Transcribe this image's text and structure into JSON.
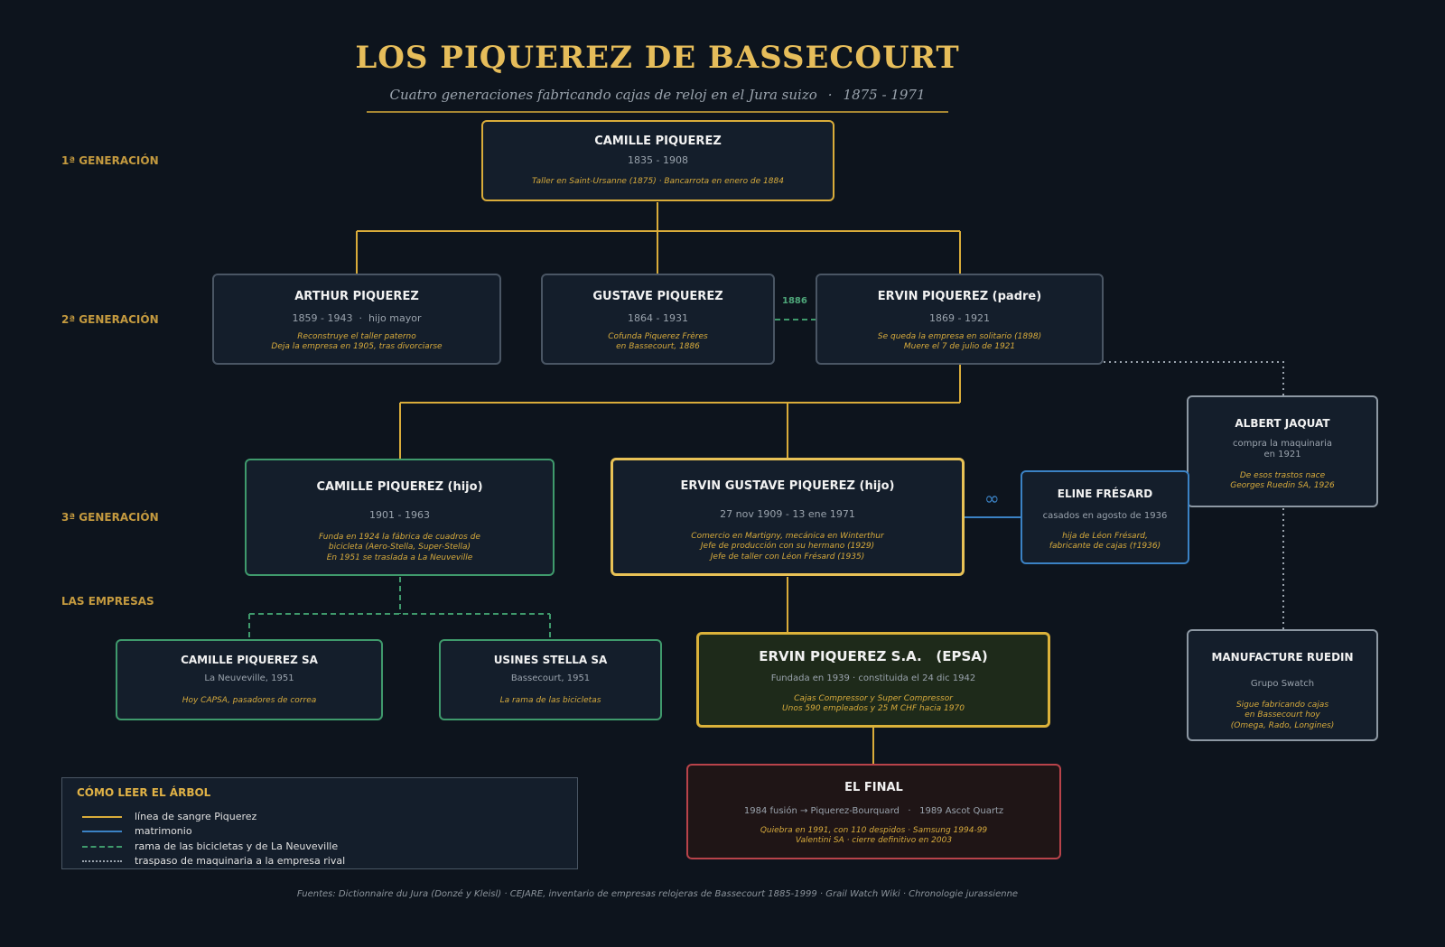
{
  "header": {
    "title": "LOS PIQUEREZ DE BASSECOURT",
    "subtitle": "Cuatro generaciones fabricando cajas de reloj en el Jura suizo",
    "subtitle_sep": "·",
    "years": "1875 - 1971"
  },
  "generations": {
    "g1": "1ª GENERACIÓN",
    "g2": "2ª GENERACIÓN",
    "g3": "3ª GENERACIÓN",
    "companies": "LAS EMPRESAS"
  },
  "nodes": {
    "camille": {
      "name": "CAMILLE PIQUEREZ",
      "dates": "1835 - 1908",
      "note": "Taller en Saint-Ursanne (1875) · Bancarrota en enero de 1884"
    },
    "arthur": {
      "name": "ARTHUR PIQUEREZ",
      "dates": "1859 - 1943  ·  hijo mayor",
      "note": "Reconstruye el taller paterno\nDeja la empresa en 1905, tras divorciarse"
    },
    "gustave": {
      "name": "GUSTAVE PIQUEREZ",
      "dates": "1864 - 1931",
      "note": "Cofunda Piquerez Frères\nen Bassecourt, 1886"
    },
    "ervin_padre": {
      "name": "ERVIN PIQUEREZ (padre)",
      "dates": "1869 - 1921",
      "note": "Se queda la empresa en solitario (1898)\nMuere el 7 de julio de 1921"
    },
    "albert": {
      "name": "ALBERT JAQUAT",
      "dates": "compra la maquinaria\nen 1921",
      "note": "De esos trastos nace\nGeorges Ruedin SA, 1926"
    },
    "camille_hijo": {
      "name": "CAMILLE PIQUEREZ (hijo)",
      "dates": "1901 - 1963",
      "note": "Funda en 1924 la fábrica de cuadros de\nbicicleta (Aero-Stella, Super-Stella)\nEn 1951 se traslada a La Neuveville"
    },
    "ervin_gustave": {
      "name": "ERVIN GUSTAVE PIQUEREZ (hijo)",
      "dates": "27 nov 1909 - 13 ene 1971",
      "note": "Comercio en Martigny, mecánica en Winterthur\nJefe de producción con su hermano (1929)\nJefe de taller con Léon Frésard (1935)"
    },
    "eline": {
      "name": "ELINE FRÉSARD",
      "dates": "casados en agosto de 1936",
      "note": "hija de Léon Frésard,\nfabricante de cajas (†1936)"
    },
    "camille_sa": {
      "name": "CAMILLE PIQUEREZ SA",
      "dates": "La Neuveville, 1951",
      "note": "Hoy CAPSA, pasadores de correa"
    },
    "stella": {
      "name": "USINES STELLA SA",
      "dates": "Bassecourt, 1951",
      "note": "La rama de las bicicletas"
    },
    "epsa": {
      "name": "ERVIN PIQUEREZ S.A.   (EPSA)",
      "dates": "Fundada en 1939 · constituida el 24 dic 1942",
      "note": "Cajas Compressor y Super Compressor\nUnos 590 empleados y 25 M CHF hacia 1970"
    },
    "ruedin": {
      "name": "MANUFACTURE RUEDIN",
      "dates": "Grupo Swatch",
      "note": "Sigue fabricando cajas\nen Bassecourt hoy\n(Omega, Rado, Longines)"
    },
    "final": {
      "name": "EL FINAL",
      "dates": "1984 fusión → Piquerez-Bourquard   ·   1989 Ascot Quartz",
      "note": "Quiebra en 1991, con 110 despidos · Samsung 1994-99\nValentini SA · cierre definitivo en 2003"
    }
  },
  "annotations": {
    "year_1886": "1886",
    "marriage_symbol": "∞"
  },
  "legend": {
    "title": "CÓMO LEER EL ÁRBOL",
    "items": [
      {
        "label": "línea de sangre Piquerez",
        "color": "#d9ac3a",
        "style": "solid"
      },
      {
        "label": "matrimonio",
        "color": "#3b82c4",
        "style": "solid"
      },
      {
        "label": "rama de las bicicletas y de La Neuveville",
        "color": "#3f9a6c",
        "style": "dashed"
      },
      {
        "label": "traspaso de maquinaria a la empresa rival",
        "color": "#9aa3ad",
        "style": "dotted"
      }
    ]
  },
  "footer": "Fuentes: Dictionnaire du Jura (Donzé y Kleisl) · CEJARE, inventario de empresas relojeras de Bassecourt 1885-1999 · Grail Watch Wiki · Chronologie jurassienne",
  "colors": {
    "blood": "#d9ac3a",
    "marriage": "#3b82c4",
    "bicycle": "#3f9a6c",
    "transfer": "#9aa3ad",
    "background": "#0d141d"
  }
}
